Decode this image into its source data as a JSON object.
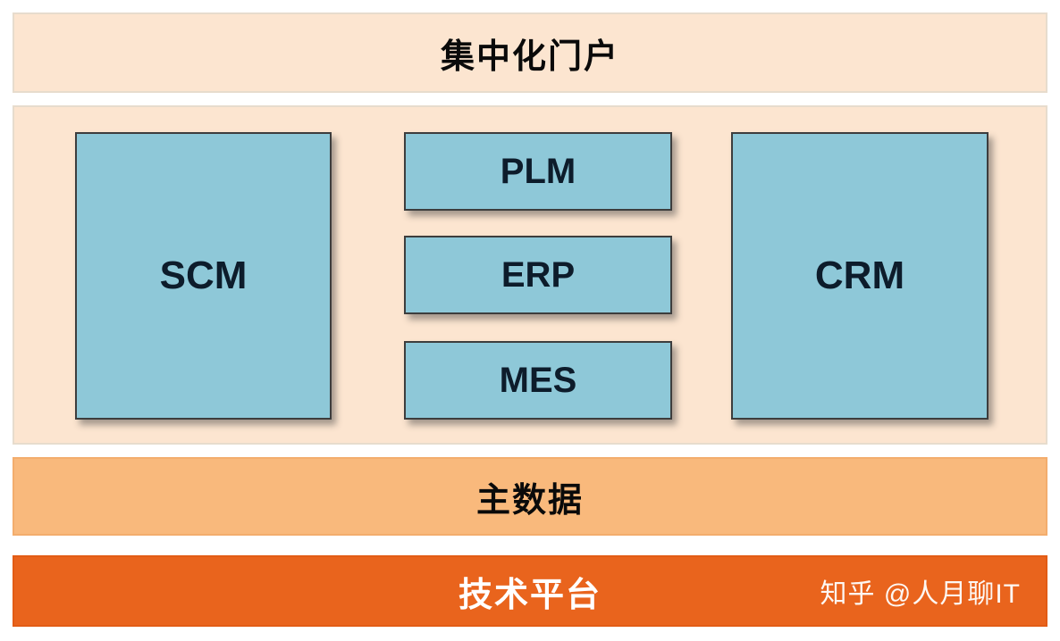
{
  "diagram": {
    "portal": {
      "label": "集中化门户"
    },
    "apps": {
      "scm": "SCM",
      "middle": [
        "PLM",
        "ERP",
        "MES"
      ],
      "crm": "CRM"
    },
    "master_data": {
      "label": "主数据"
    },
    "tech_platform": {
      "label": "技术平台"
    },
    "watermark": "知乎 @人月聊IT",
    "colors": {
      "cream_background": "#fce5d0",
      "teal_box": "#8ec8d8",
      "light_orange_bar": "#f9b97c",
      "dark_orange_bar": "#e9641d",
      "box_border": "#3d3d3d",
      "dark_text": "#0d1c2b"
    }
  }
}
